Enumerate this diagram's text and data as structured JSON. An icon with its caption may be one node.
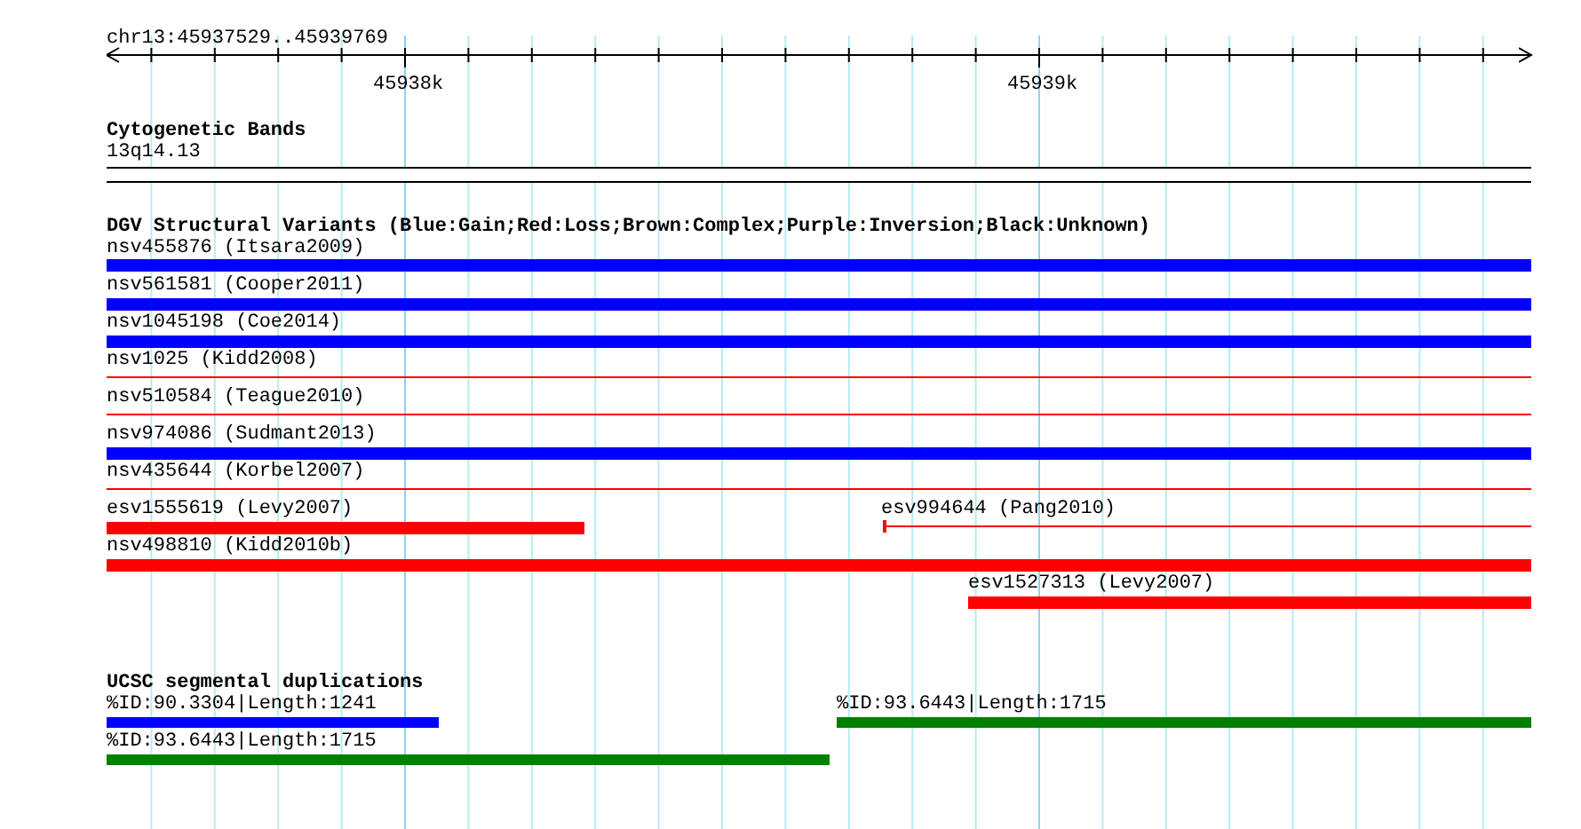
{
  "diagram": {
    "nodes": [
      {
        "text": [
          "13q14.13"
        ]
      },
      {
        "text": [
          "nsv455876 (Itsara2009)"
        ]
      },
      {
        "text": [
          "nsv561581 (Cooper2011)"
        ]
      },
      {
        "text": [
          "nsv1045198 (Coe2014)"
        ]
      },
      {
        "text": [
          "nsv1025 (Kidd2008)"
        ]
      },
      {
        "text": [
          "nsv510584 (Teague2010)"
        ]
      },
      {
        "text": [
          "nsv974086 (Sudmant2013)"
        ]
      },
      {
        "text": [
          "nsv435644 (Korbel2007)"
        ]
      },
      {
        "text": [
          "esv1555619 (Levy2007)"
        ]
      },
      {
        "text": [
          "esv994644 (Pang2010)"
        ]
      },
      {
        "text": [
          "nsv498810 (Kidd2010b)"
        ]
      },
      {
        "text": [
          "esv1527313 (Levy2007)"
        ]
      },
      {
        "text": [
          "%ID:90.3304|Length:1241"
        ]
      },
      {
        "text": [
          "%ID:93.6443|Length:1715"
        ]
      },
      {
        "text": [
          "%ID:93.6443|Length:1715"
        ]
      }
    ],
    "edges": [],
    "labels": [
      "chr13:45937529..45939769",
      "45938k",
      "45939k",
      "Cytogenetic Bands",
      "DGV Structural Variants (Blue:Gain;Red:Loss;Brown:Complex;Purple:Inversion;Black:Unknown)",
      "UCSC segmental duplications"
    ]
  }
}
